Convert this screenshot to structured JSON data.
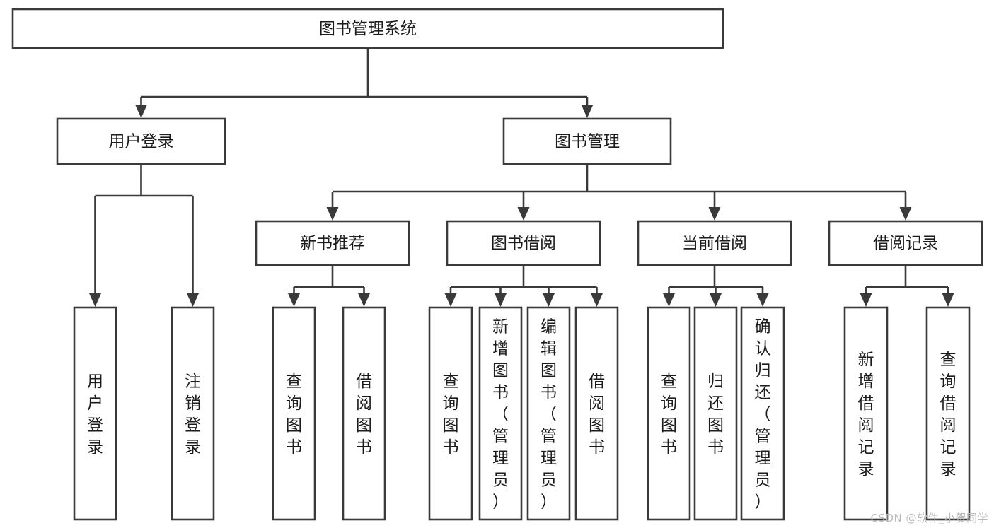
{
  "diagram": {
    "title": "图书管理系统",
    "type": "tree",
    "watermark": "CSDN @软件_小贺同学",
    "colors": {
      "box_stroke": "#3a3a3a",
      "box_fill": "#ffffff",
      "text": "#1c1c1c",
      "background": "#ffffff",
      "watermark": "#b9b9b9"
    },
    "nodes": {
      "root": {
        "label": "图书管理系统",
        "level": 0,
        "orientation": "horizontal"
      },
      "user_login": {
        "label": "用户登录",
        "level": 1,
        "orientation": "horizontal"
      },
      "book_manage": {
        "label": "图书管理",
        "level": 1,
        "orientation": "horizontal"
      },
      "new_book_rec": {
        "label": "新书推荐",
        "level": 2,
        "orientation": "horizontal"
      },
      "book_borrow": {
        "label": "图书借阅",
        "level": 2,
        "orientation": "horizontal"
      },
      "current_borrow": {
        "label": "当前借阅",
        "level": 2,
        "orientation": "horizontal"
      },
      "borrow_record": {
        "label": "借阅记录",
        "level": 2,
        "orientation": "horizontal"
      },
      "leaf_user_login": {
        "label": "用户登录",
        "level": 3,
        "orientation": "vertical"
      },
      "leaf_user_logout": {
        "label": "注销登录",
        "level": 3,
        "orientation": "vertical"
      },
      "leaf_rec_query": {
        "label": "查询图书",
        "level": 3,
        "orientation": "vertical"
      },
      "leaf_rec_borrow": {
        "label": "借阅图书",
        "level": 3,
        "orientation": "vertical"
      },
      "leaf_borrow_query": {
        "label": "查询图书",
        "level": 3,
        "orientation": "vertical"
      },
      "leaf_borrow_add": {
        "label": "新增图书（管理员）",
        "level": 3,
        "orientation": "vertical"
      },
      "leaf_borrow_edit": {
        "label": "编辑图书（管理员）",
        "level": 3,
        "orientation": "vertical"
      },
      "leaf_borrow_do": {
        "label": "借阅图书",
        "level": 3,
        "orientation": "vertical"
      },
      "leaf_cur_query": {
        "label": "查询图书",
        "level": 3,
        "orientation": "vertical"
      },
      "leaf_cur_return": {
        "label": "归还图书",
        "level": 3,
        "orientation": "vertical"
      },
      "leaf_cur_confirm": {
        "label": "确认归还（管理员）",
        "level": 3,
        "orientation": "vertical"
      },
      "leaf_rec_add": {
        "label": "新增借阅记录",
        "level": 3,
        "orientation": "vertical"
      },
      "leaf_rec_search": {
        "label": "查询借阅记录",
        "level": 3,
        "orientation": "vertical"
      }
    },
    "edges": [
      {
        "from": "root",
        "to": "user_login"
      },
      {
        "from": "root",
        "to": "book_manage"
      },
      {
        "from": "user_login",
        "to": "leaf_user_login"
      },
      {
        "from": "user_login",
        "to": "leaf_user_logout"
      },
      {
        "from": "book_manage",
        "to": "new_book_rec"
      },
      {
        "from": "book_manage",
        "to": "book_borrow"
      },
      {
        "from": "book_manage",
        "to": "current_borrow"
      },
      {
        "from": "book_manage",
        "to": "borrow_record"
      },
      {
        "from": "new_book_rec",
        "to": "leaf_rec_query"
      },
      {
        "from": "new_book_rec",
        "to": "leaf_rec_borrow"
      },
      {
        "from": "book_borrow",
        "to": "leaf_borrow_query"
      },
      {
        "from": "book_borrow",
        "to": "leaf_borrow_add"
      },
      {
        "from": "book_borrow",
        "to": "leaf_borrow_edit"
      },
      {
        "from": "book_borrow",
        "to": "leaf_borrow_do"
      },
      {
        "from": "current_borrow",
        "to": "leaf_cur_query"
      },
      {
        "from": "current_borrow",
        "to": "leaf_cur_return"
      },
      {
        "from": "current_borrow",
        "to": "leaf_cur_confirm"
      },
      {
        "from": "borrow_record",
        "to": "leaf_rec_add"
      },
      {
        "from": "borrow_record",
        "to": "leaf_rec_search"
      }
    ]
  }
}
